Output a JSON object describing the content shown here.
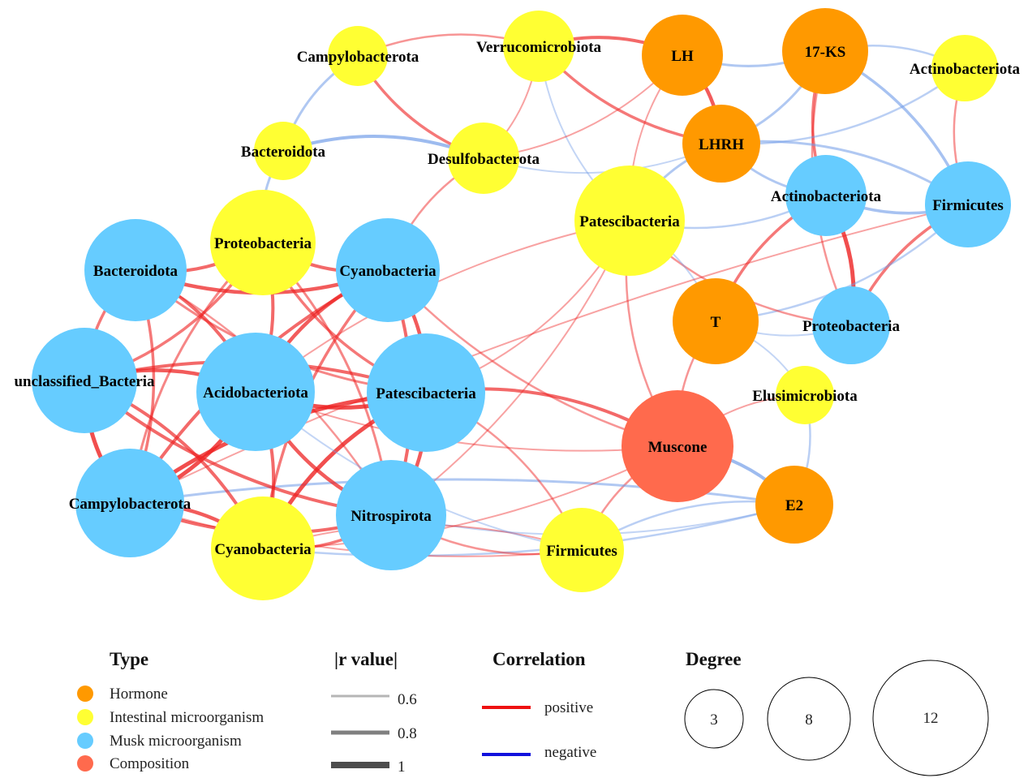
{
  "legend": {
    "type_title": "Type",
    "types": [
      {
        "label": "Hormone",
        "color": "#FF9900"
      },
      {
        "label": "Intestinal microorganism",
        "color": "#FFFF33"
      },
      {
        "label": "Musk microorganism",
        "color": "#66CCFF"
      },
      {
        "label": "Composition",
        "color": "#FF6A4D"
      }
    ],
    "r_title": "|r value|",
    "r_values": [
      "0.6",
      "0.8",
      "1"
    ],
    "corr_title": "Correlation",
    "corr": [
      {
        "label": "positive",
        "color": "#EE1111"
      },
      {
        "label": "negative",
        "color": "#1111DD"
      }
    ],
    "degree_title": "Degree",
    "degrees": [
      "3",
      "8",
      "12"
    ]
  },
  "colors": {
    "hormone": "#FF9900",
    "intestinal": "#FFFF33",
    "musk": "#66CCFF",
    "composition": "#FF6A4D",
    "positive_edge": "#EE2222",
    "negative_edge": "#6F9BE8"
  },
  "nodes": [
    {
      "id": "campy_i",
      "label": "Campylobacterota",
      "type": "intestinal"
    },
    {
      "id": "verru_i",
      "label": "Verrucomicrobiota",
      "type": "intestinal"
    },
    {
      "id": "LH",
      "label": "LH",
      "type": "hormone"
    },
    {
      "id": "KS17",
      "label": "17-KS",
      "type": "hormone"
    },
    {
      "id": "actino_i",
      "label": "Actinobacteriota",
      "type": "intestinal"
    },
    {
      "id": "bactero_i",
      "label": "Bacteroidota",
      "type": "intestinal"
    },
    {
      "id": "desulfo_i",
      "label": "Desulfobacterota",
      "type": "intestinal"
    },
    {
      "id": "LHRH",
      "label": "LHRH",
      "type": "hormone"
    },
    {
      "id": "actino_m",
      "label": "Actinobacteriota",
      "type": "musk"
    },
    {
      "id": "firmi_m",
      "label": "Firmicutes",
      "type": "musk"
    },
    {
      "id": "patesc_i",
      "label": "Patescibacteria",
      "type": "intestinal"
    },
    {
      "id": "proteo_i",
      "label": "Proteobacteria",
      "type": "intestinal"
    },
    {
      "id": "bactero_m",
      "label": "Bacteroidota",
      "type": "musk"
    },
    {
      "id": "cyano_m",
      "label": "Cyanobacteria",
      "type": "musk"
    },
    {
      "id": "T",
      "label": "T",
      "type": "hormone"
    },
    {
      "id": "proteo_m",
      "label": "Proteobacteria",
      "type": "musk"
    },
    {
      "id": "unclass_m",
      "label": "unclassified_Bacteria",
      "type": "musk"
    },
    {
      "id": "acido_m",
      "label": "Acidobacteriota",
      "type": "musk"
    },
    {
      "id": "patesc_m",
      "label": "Patescibacteria",
      "type": "musk"
    },
    {
      "id": "elusi_i",
      "label": "Elusimicrobiota",
      "type": "intestinal"
    },
    {
      "id": "muscone",
      "label": "Muscone",
      "type": "composition"
    },
    {
      "id": "campy_m",
      "label": "Campylobacterota",
      "type": "musk"
    },
    {
      "id": "E2",
      "label": "E2",
      "type": "hormone"
    },
    {
      "id": "nitro_m",
      "label": "Nitrospirota",
      "type": "musk"
    },
    {
      "id": "cyano_i",
      "label": "Cyanobacteria",
      "type": "intestinal"
    },
    {
      "id": "firmi_i",
      "label": "Firmicutes",
      "type": "intestinal"
    }
  ],
  "edges": [
    [
      "campy_i",
      "bactero_i",
      "n",
      0.75
    ],
    [
      "campy_i",
      "verru_i",
      "p",
      0.7
    ],
    [
      "campy_i",
      "desulfo_i",
      "p",
      0.8
    ],
    [
      "bactero_i",
      "desulfo_i",
      "n",
      0.85
    ],
    [
      "bactero_i",
      "proteo_i",
      "n",
      0.75
    ],
    [
      "verru_i",
      "LH",
      "p",
      0.85
    ],
    [
      "verru_i",
      "LHRH",
      "p",
      0.8
    ],
    [
      "verru_i",
      "desulfo_i",
      "p",
      0.65
    ],
    [
      "verru_i",
      "patesc_i",
      "n",
      0.65
    ],
    [
      "LH",
      "LHRH",
      "p",
      0.9
    ],
    [
      "LH",
      "KS17",
      "n",
      0.75
    ],
    [
      "LH",
      "desulfo_i",
      "p",
      0.65
    ],
    [
      "LH",
      "patesc_i",
      "p",
      0.65
    ],
    [
      "KS17",
      "actino_i",
      "n",
      0.7
    ],
    [
      "KS17",
      "actino_m",
      "p",
      0.8
    ],
    [
      "KS17",
      "firmi_m",
      "n",
      0.8
    ],
    [
      "KS17",
      "proteo_m",
      "p",
      0.7
    ],
    [
      "KS17",
      "LHRH",
      "n",
      0.75
    ],
    [
      "actino_i",
      "firmi_m",
      "p",
      0.7
    ],
    [
      "actino_i",
      "LHRH",
      "n",
      0.7
    ],
    [
      "LHRH",
      "actino_m",
      "n",
      0.75
    ],
    [
      "LHRH",
      "firmi_m",
      "n",
      0.75
    ],
    [
      "LHRH",
      "patesc_i",
      "n",
      0.75
    ],
    [
      "LHRH",
      "desulfo_i",
      "n",
      0.65
    ],
    [
      "actino_m",
      "firmi_m",
      "n",
      0.8
    ],
    [
      "actino_m",
      "proteo_m",
      "p",
      0.95
    ],
    [
      "actino_m",
      "T",
      "p",
      0.8
    ],
    [
      "actino_m",
      "patesc_i",
      "n",
      0.7
    ],
    [
      "firmi_m",
      "proteo_m",
      "p",
      0.8
    ],
    [
      "firmi_m",
      "T",
      "n",
      0.7
    ],
    [
      "patesc_i",
      "proteo_m",
      "p",
      0.7
    ],
    [
      "patesc_i",
      "T",
      "n",
      0.65
    ],
    [
      "patesc_i",
      "muscone",
      "p",
      0.7
    ],
    [
      "patesc_i",
      "patesc_m",
      "p",
      0.65
    ],
    [
      "patesc_i",
      "acido_m",
      "p",
      0.65
    ],
    [
      "patesc_i",
      "nitro_m",
      "p",
      0.65
    ],
    [
      "T",
      "muscone",
      "p",
      0.7
    ],
    [
      "T",
      "elusi_i",
      "n",
      0.65
    ],
    [
      "T",
      "proteo_m",
      "n",
      0.65
    ],
    [
      "elusi_i",
      "E2",
      "n",
      0.7
    ],
    [
      "elusi_i",
      "muscone",
      "p",
      0.65
    ],
    [
      "muscone",
      "E2",
      "n",
      0.85
    ],
    [
      "muscone",
      "patesc_m",
      "p",
      0.85
    ],
    [
      "muscone",
      "cyano_m",
      "p",
      0.7
    ],
    [
      "muscone",
      "firmi_i",
      "p",
      0.7
    ],
    [
      "muscone",
      "acido_m",
      "p",
      0.65
    ],
    [
      "E2",
      "firmi_i",
      "n",
      0.7
    ],
    [
      "E2",
      "cyano_i",
      "n",
      0.7
    ],
    [
      "E2",
      "campy_m",
      "n",
      0.75
    ],
    [
      "E2",
      "nitro_m",
      "n",
      0.65
    ],
    [
      "firmi_i",
      "patesc_m",
      "p",
      0.7
    ],
    [
      "firmi_i",
      "nitro_m",
      "p",
      0.7
    ],
    [
      "firmi_i",
      "cyano_i",
      "p",
      0.65
    ],
    [
      "firmi_i",
      "campy_m",
      "p",
      0.65
    ],
    [
      "desulfo_i",
      "cyano_m",
      "p",
      0.7
    ],
    [
      "proteo_i",
      "bactero_m",
      "p",
      0.85
    ],
    [
      "proteo_i",
      "cyano_m",
      "p",
      0.85
    ],
    [
      "proteo_i",
      "acido_m",
      "p",
      0.85
    ],
    [
      "proteo_i",
      "patesc_m",
      "p",
      0.8
    ],
    [
      "proteo_i",
      "unclass_m",
      "p",
      0.8
    ],
    [
      "proteo_i",
      "campy_m",
      "p",
      0.75
    ],
    [
      "proteo_i",
      "nitro_m",
      "p",
      0.75
    ],
    [
      "bactero_m",
      "cyano_m",
      "p",
      0.9
    ],
    [
      "bactero_m",
      "acido_m",
      "p",
      0.85
    ],
    [
      "bactero_m",
      "unclass_m",
      "p",
      0.8
    ],
    [
      "bactero_m",
      "campy_m",
      "p",
      0.8
    ],
    [
      "bactero_m",
      "patesc_m",
      "p",
      0.75
    ],
    [
      "bactero_m",
      "nitro_m",
      "p",
      0.7
    ],
    [
      "cyano_m",
      "acido_m",
      "p",
      0.9
    ],
    [
      "cyano_m",
      "patesc_m",
      "p",
      0.9
    ],
    [
      "cyano_m",
      "campy_m",
      "p",
      0.85
    ],
    [
      "cyano_m",
      "nitro_m",
      "p",
      0.85
    ],
    [
      "cyano_m",
      "cyano_i",
      "p",
      0.8
    ],
    [
      "unclass_m",
      "acido_m",
      "p",
      0.9
    ],
    [
      "unclass_m",
      "campy_m",
      "p",
      0.95
    ],
    [
      "unclass_m",
      "patesc_m",
      "p",
      0.85
    ],
    [
      "unclass_m",
      "nitro_m",
      "p",
      0.85
    ],
    [
      "unclass_m",
      "cyano_i",
      "p",
      0.85
    ],
    [
      "acido_m",
      "patesc_m",
      "p",
      0.95
    ],
    [
      "acido_m",
      "campy_m",
      "p",
      0.95
    ],
    [
      "acido_m",
      "nitro_m",
      "p",
      0.9
    ],
    [
      "acido_m",
      "cyano_i",
      "p",
      0.85
    ],
    [
      "patesc_m",
      "campy_m",
      "p",
      0.95
    ],
    [
      "patesc_m",
      "nitro_m",
      "p",
      0.9
    ],
    [
      "patesc_m",
      "cyano_i",
      "p",
      0.95
    ],
    [
      "campy_m",
      "cyano_i",
      "p",
      0.9
    ],
    [
      "campy_m",
      "nitro_m",
      "p",
      0.85
    ],
    [
      "nitro_m",
      "cyano_i",
      "p",
      0.8
    ],
    [
      "acido_m",
      "firmi_i",
      "n",
      0.65
    ],
    [
      "campy_m",
      "firmi_m",
      "p",
      0.65
    ],
    [
      "cyano_i",
      "muscone",
      "p",
      0.65
    ]
  ]
}
